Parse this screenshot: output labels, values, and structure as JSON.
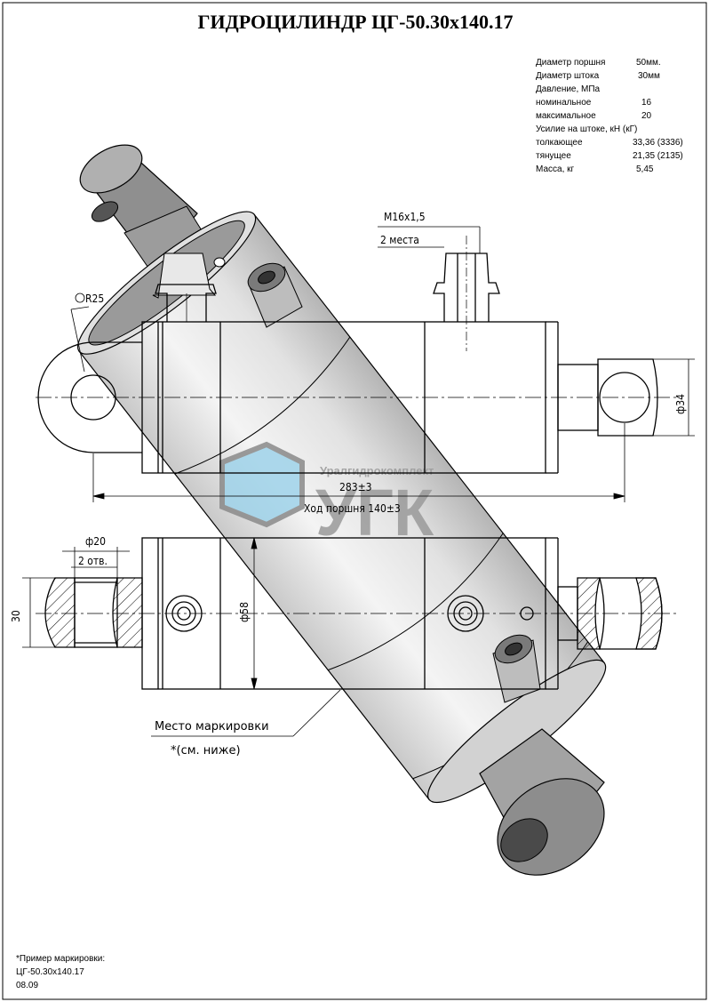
{
  "title": "ГИДРОЦИЛИНДР ЦГ-50.30х140.17",
  "specs": [
    {
      "label": "Диаметр поршня",
      "value": "50мм."
    },
    {
      "label": "Диаметр штока",
      "value": "30мм"
    },
    {
      "label": "Давление, МПа",
      "value": ""
    },
    {
      "label": "номинальное",
      "value": "16"
    },
    {
      "label": "максимальное",
      "value": "20"
    },
    {
      "label": "Усилие на штоке, кН (кГ)",
      "value": ""
    },
    {
      "label": "толкающее",
      "value": "33,36 (3336)"
    },
    {
      "label": "тянущее",
      "value": "21,35 (2135)"
    },
    {
      "label": "Масса, кг",
      "value": "5,45"
    }
  ],
  "dimensions": {
    "thread": "М16х1,5",
    "thread_qty": "2 места",
    "radius": "R25",
    "rod_dia": "ф34",
    "length": "283±3",
    "stroke": "Ход поршня 140±3",
    "hole_dia": "ф20",
    "hole_qty": "2 отв.",
    "width": "30",
    "body_dia": "ф58"
  },
  "marking": {
    "label": "Место маркировки",
    "ref": "*(см. ниже)",
    "example_title": "*Пример маркировки:",
    "example_line1": "ЦГ-50.30х140.17",
    "example_line2": "08.09"
  },
  "watermark": {
    "company": "Уралгидрокомплект",
    "logo_text": "УГК"
  },
  "colors": {
    "ink": "#000000",
    "body": "#e6e6e6",
    "shade": "#a8a8a8",
    "watermark_blue": "#9fd3ea",
    "watermark_gray": "#9a9a9a"
  }
}
